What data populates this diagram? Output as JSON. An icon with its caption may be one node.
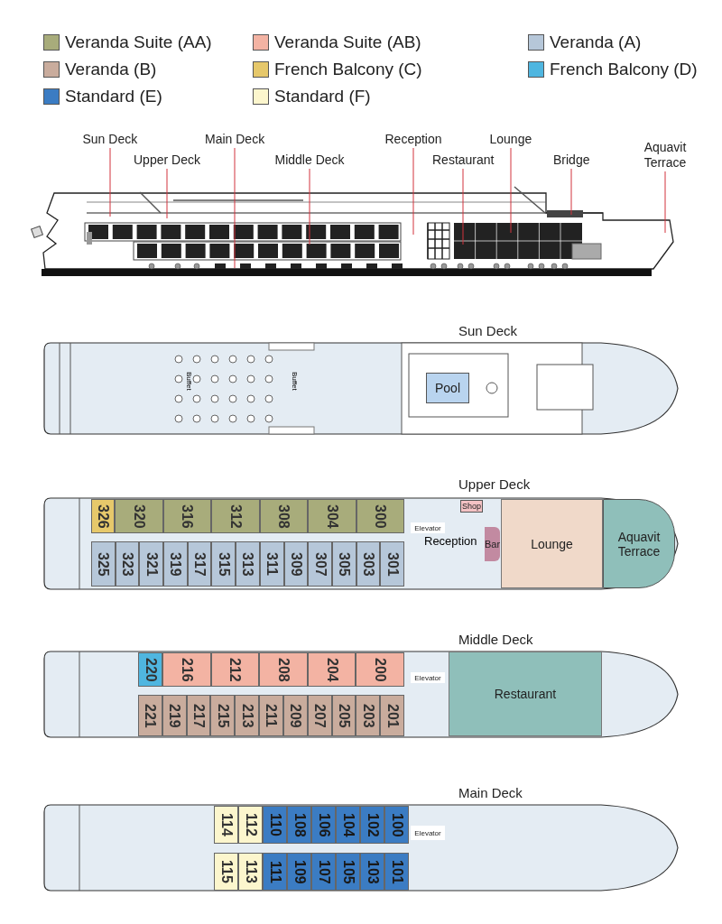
{
  "diagram": {
    "nodes": [
      {
        "text": [
          "Sun Deck"
        ]
      },
      {
        "text": [
          "Upper Deck"
        ]
      },
      {
        "text": [
          "Main Deck"
        ]
      },
      {
        "text": [
          "Middle Deck"
        ]
      },
      {
        "text": [
          "Reception"
        ]
      },
      {
        "text": [
          "Restaurant"
        ]
      },
      {
        "text": [
          "Lounge"
        ]
      },
      {
        "text": [
          "Bridge"
        ]
      },
      {
        "text": [
          "Aquavit Terrace"
        ]
      },
      {
        "text": [
          "Sun Deck"
        ]
      },
      {
        "text": [
          "Pool"
        ],
        "in": 9
      },
      {
        "text": [
          "Upper Deck"
        ]
      },
      {
        "text": [
          "326"
        ],
        "in": 11
      },
      {
        "text": [
          "320"
        ],
        "in": 11
      },
      {
        "text": [
          "316"
        ],
        "in": 11
      },
      {
        "text": [
          "312"
        ],
        "in": 11
      },
      {
        "text": [
          "308"
        ],
        "in": 11
      },
      {
        "text": [
          "304"
        ],
        "in": 11
      },
      {
        "text": [
          "300"
        ],
        "in": 11
      },
      {
        "text": [
          "325"
        ],
        "in": 11
      },
      {
        "text": [
          "323"
        ],
        "in": 11
      },
      {
        "text": [
          "321"
        ],
        "in": 11
      },
      {
        "text": [
          "319"
        ],
        "in": 11
      },
      {
        "text": [
          "317"
        ],
        "in": 11
      },
      {
        "text": [
          "315"
        ],
        "in": 11
      },
      {
        "text": [
          "313"
        ],
        "in": 11
      },
      {
        "text": [
          "311"
        ],
        "in": 11
      },
      {
        "text": [
          "309"
        ],
        "in": 11
      },
      {
        "text": [
          "307"
        ],
        "in": 11
      },
      {
        "text": [
          "305"
        ],
        "in": 11
      },
      {
        "text": [
          "303"
        ],
        "in": 11
      },
      {
        "text": [
          "301"
        ],
        "in": 11
      },
      {
        "text": [
          "Shop"
        ],
        "in": 11
      },
      {
        "text": [
          "Elevator"
        ],
        "in": 11
      },
      {
        "text": [
          "Bar"
        ],
        "in": 11
      },
      {
        "text": [
          "Lounge"
        ],
        "in": 11
      },
      {
        "text": [
          "Aquavit Terrace"
        ],
        "in": 11
      },
      {
        "text": [
          "Middle Deck"
        ]
      },
      {
        "text": [
          "220"
        ],
        "in": 37
      },
      {
        "text": [
          "216"
        ],
        "in": 37
      },
      {
        "text": [
          "212"
        ],
        "in": 37
      },
      {
        "text": [
          "208"
        ],
        "in": 37
      },
      {
        "text": [
          "204"
        ],
        "in": 37
      },
      {
        "text": [
          "200"
        ],
        "in": 37
      },
      {
        "text": [
          "221"
        ],
        "in": 37
      },
      {
        "text": [
          "219"
        ],
        "in": 37
      },
      {
        "text": [
          "217"
        ],
        "in": 37
      },
      {
        "text": [
          "215"
        ],
        "in": 37
      },
      {
        "text": [
          "213"
        ],
        "in": 37
      },
      {
        "text": [
          "211"
        ],
        "in": 37
      },
      {
        "text": [
          "209"
        ],
        "in": 37
      },
      {
        "text": [
          "207"
        ],
        "in": 37
      },
      {
        "text": [
          "205"
        ],
        "in": 37
      },
      {
        "text": [
          "203"
        ],
        "in": 37
      },
      {
        "text": [
          "201"
        ],
        "in": 37
      },
      {
        "text": [
          "Elevator"
        ],
        "in": 37
      },
      {
        "text": [
          "Restaurant"
        ],
        "in": 37
      },
      {
        "text": [
          "Main Deck"
        ]
      },
      {
        "text": [
          "114"
        ],
        "in": 57
      },
      {
        "text": [
          "112"
        ],
        "in": 57
      },
      {
        "text": [
          "110"
        ],
        "in": 57
      },
      {
        "text": [
          "108"
        ],
        "in": 57
      },
      {
        "text": [
          "106"
        ],
        "in": 57
      },
      {
        "text": [
          "104"
        ],
        "in": 57
      },
      {
        "text": [
          "102"
        ],
        "in": 57
      },
      {
        "text": [
          "100"
        ],
        "in": 57
      },
      {
        "text": [
          "115"
        ],
        "in": 57
      },
      {
        "text": [
          "113"
        ],
        "in": 57
      },
      {
        "text": [
          "111"
        ],
        "in": 57
      },
      {
        "text": [
          "109"
        ],
        "in": 57
      },
      {
        "text": [
          "107"
        ],
        "in": 57
      },
      {
        "text": [
          "105"
        ],
        "in": 57
      },
      {
        "text": [
          "103"
        ],
        "in": 57
      },
      {
        "text": [
          "101"
        ],
        "in": 57
      },
      {
        "text": [
          "Elevator"
        ],
        "in": 57
      }
    ],
    "edges": [
      {
        "from": 0,
        "to": null,
        "arrow": "none"
      },
      {
        "from": 1,
        "to": null,
        "arrow": "none"
      },
      {
        "from": 2,
        "to": null,
        "arrow": "none"
      },
      {
        "from": 3,
        "to": null,
        "arrow": "none"
      },
      {
        "from": 4,
        "to": null,
        "arrow": "none"
      },
      {
        "from": 5,
        "to": null,
        "arrow": "none"
      },
      {
        "from": 6,
        "to": null,
        "arrow": "none"
      },
      {
        "from": 7,
        "to": null,
        "arrow": "none"
      },
      {
        "from": 8,
        "to": null,
        "arrow": "none"
      }
    ],
    "labels": [
      "Buffet",
      "Buffet",
      "Reception"
    ],
    "legend": [
      {
        "text": "Veranda Suite (AA)",
        "color": "#a8ac7b"
      },
      {
        "text": "Veranda Suite (AB)",
        "color": "#f3b3a3"
      },
      {
        "text": "Veranda (A)",
        "color": "#b6c7d9"
      },
      {
        "text": "Veranda (B)",
        "color": "#c9ac9d"
      },
      {
        "text": "French Balcony (C)",
        "color": "#e6c86b"
      },
      {
        "text": "French Balcony (D)",
        "color": "#4fb6e0"
      },
      {
        "text": "Standard (E)",
        "color": "#3b7cc3"
      },
      {
        "text": "Standard (F)",
        "color": "#fcf6cd"
      }
    ]
  }
}
